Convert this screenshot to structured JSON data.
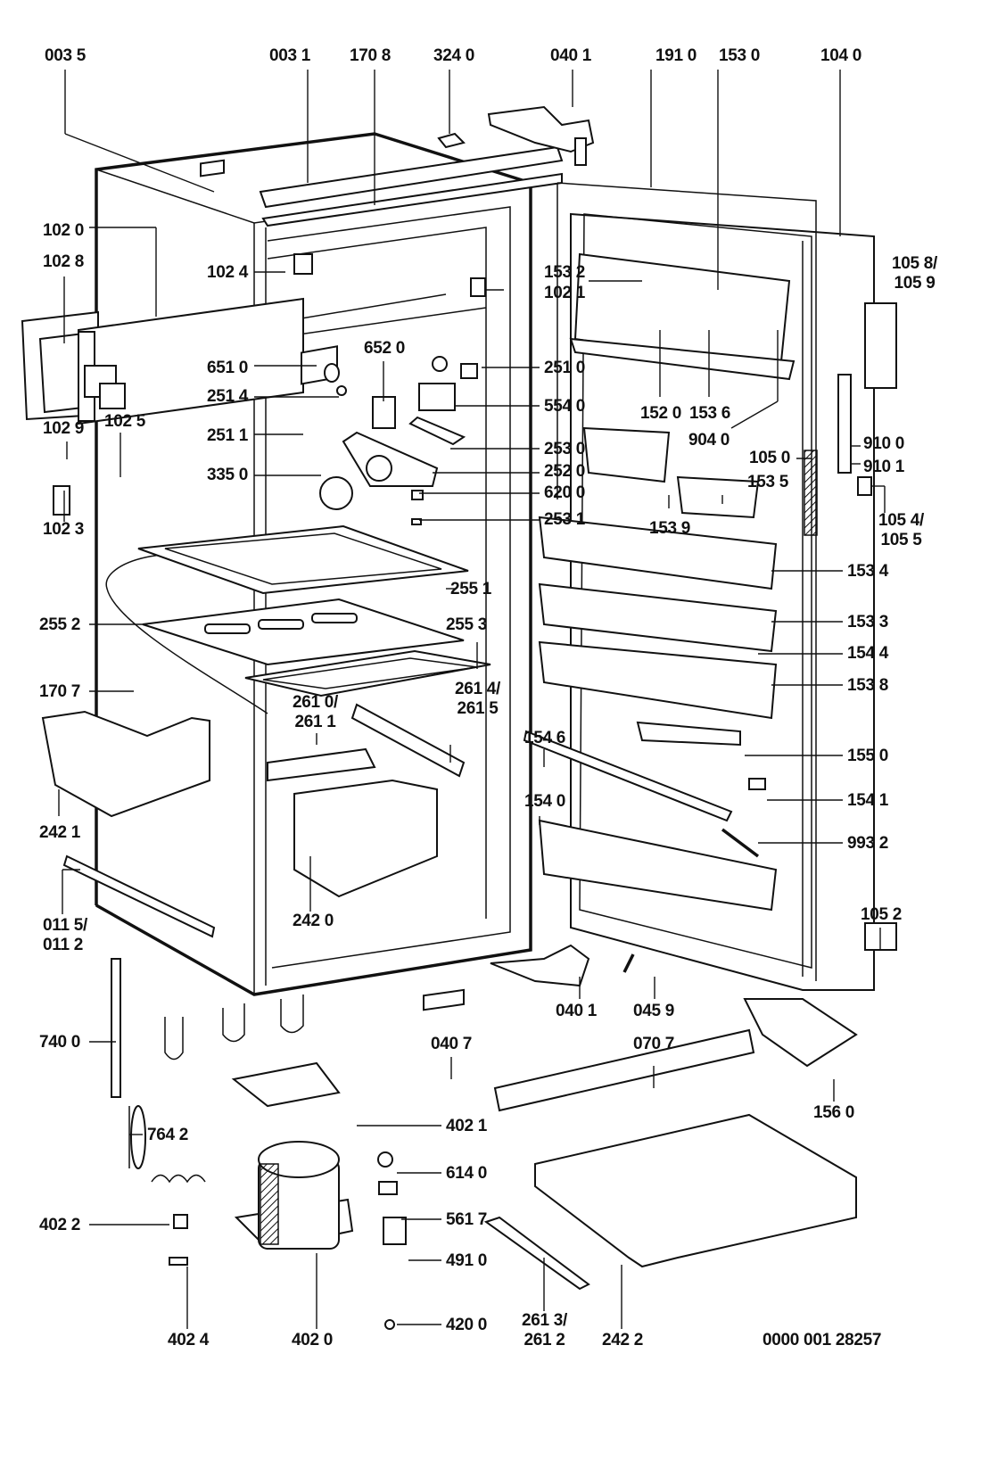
{
  "diagram": {
    "title": "Refrigerator exploded parts view",
    "catalog_number": "0000 001 28257",
    "labels": {
      "l0035": "003 5",
      "l0031": "003 1",
      "l1708": "170 8",
      "l3240": "324 0",
      "l0401_top": "040 1",
      "l1910": "191 0",
      "l1530": "153 0",
      "l1040": "104 0",
      "l1020": "102 0",
      "l1028": "102 8",
      "l1024": "102 4",
      "l1021": "102 1",
      "l1532": "153 2",
      "l1058": "105 8/\n105 9",
      "l6510": "651 0",
      "l2514": "251 4",
      "l6520": "652 0",
      "l2510": "251 0",
      "l5540": "554 0",
      "l1025": "102 5",
      "l1029": "102 9",
      "l2511": "251 1",
      "l2530": "253 0",
      "l2520": "252 0",
      "l3350": "335 0",
      "l6200": "620 0",
      "l2531": "253 1",
      "l1023": "102 3",
      "l1520": "152 0",
      "l1536": "153 6",
      "l9040": "904 0",
      "l9100": "910 0",
      "l9101": "910 1",
      "l1050": "105 0",
      "l1535": "153 5",
      "l1539": "153 9",
      "l1054": "105 4/\n105 5",
      "l2551": "255 1",
      "l1534": "153 4",
      "l2552": "255 2",
      "l2553": "255 3",
      "l1533": "153 3",
      "l1544": "154 4",
      "l1707": "170 7",
      "l1538": "153 8",
      "l2610": "261 0/\n261 1",
      "l2614": "261 4/\n261 5",
      "l1546": "154 6",
      "l1550": "155 0",
      "l2421": "242 1",
      "l1540": "154 0",
      "l1541": "154 1",
      "l9932": "993 2",
      "l0115": "011 5/\n011 2",
      "l2420": "242 0",
      "l1052": "105 2",
      "l0401_bot": "040 1",
      "l0459": "045 9",
      "l7400": "740 0",
      "l0407": "040 7",
      "l0707": "070 7",
      "l1560": "156 0",
      "l7642": "764 2",
      "l4021": "402 1",
      "l6140": "614 0",
      "l4022": "402 2",
      "l5617": "561 7",
      "l4910": "491 0",
      "l4200": "420 0",
      "l4024": "402 4",
      "l4020": "402 0",
      "l2613": "261 3/\n261 2",
      "l2422": "242 2"
    }
  }
}
